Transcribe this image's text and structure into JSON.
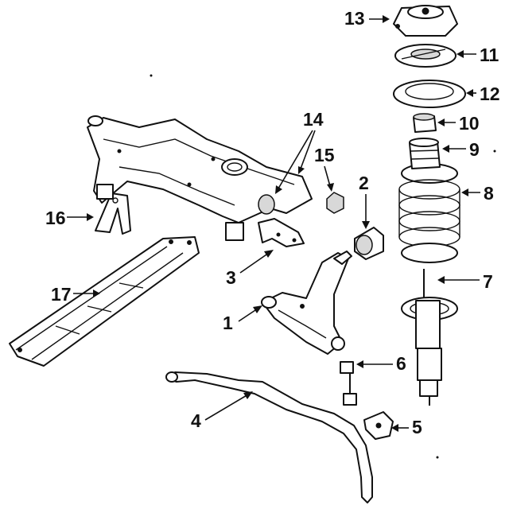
{
  "diagram": {
    "callouts": [
      {
        "id": "c1",
        "label": "1"
      },
      {
        "id": "c2",
        "label": "2"
      },
      {
        "id": "c3",
        "label": "3"
      },
      {
        "id": "c4",
        "label": "4"
      },
      {
        "id": "c5",
        "label": "5"
      },
      {
        "id": "c6",
        "label": "6"
      },
      {
        "id": "c7",
        "label": "7"
      },
      {
        "id": "c8",
        "label": "8"
      },
      {
        "id": "c9",
        "label": "9"
      },
      {
        "id": "c10",
        "label": "10"
      },
      {
        "id": "c11",
        "label": "11"
      },
      {
        "id": "c12",
        "label": "12"
      },
      {
        "id": "c13",
        "label": "13"
      },
      {
        "id": "c14",
        "label": "14"
      },
      {
        "id": "c15",
        "label": "15"
      },
      {
        "id": "c16",
        "label": "16"
      },
      {
        "id": "c17",
        "label": "17"
      }
    ]
  },
  "colors": {
    "ink": "#111111",
    "paper": "#ffffff"
  }
}
